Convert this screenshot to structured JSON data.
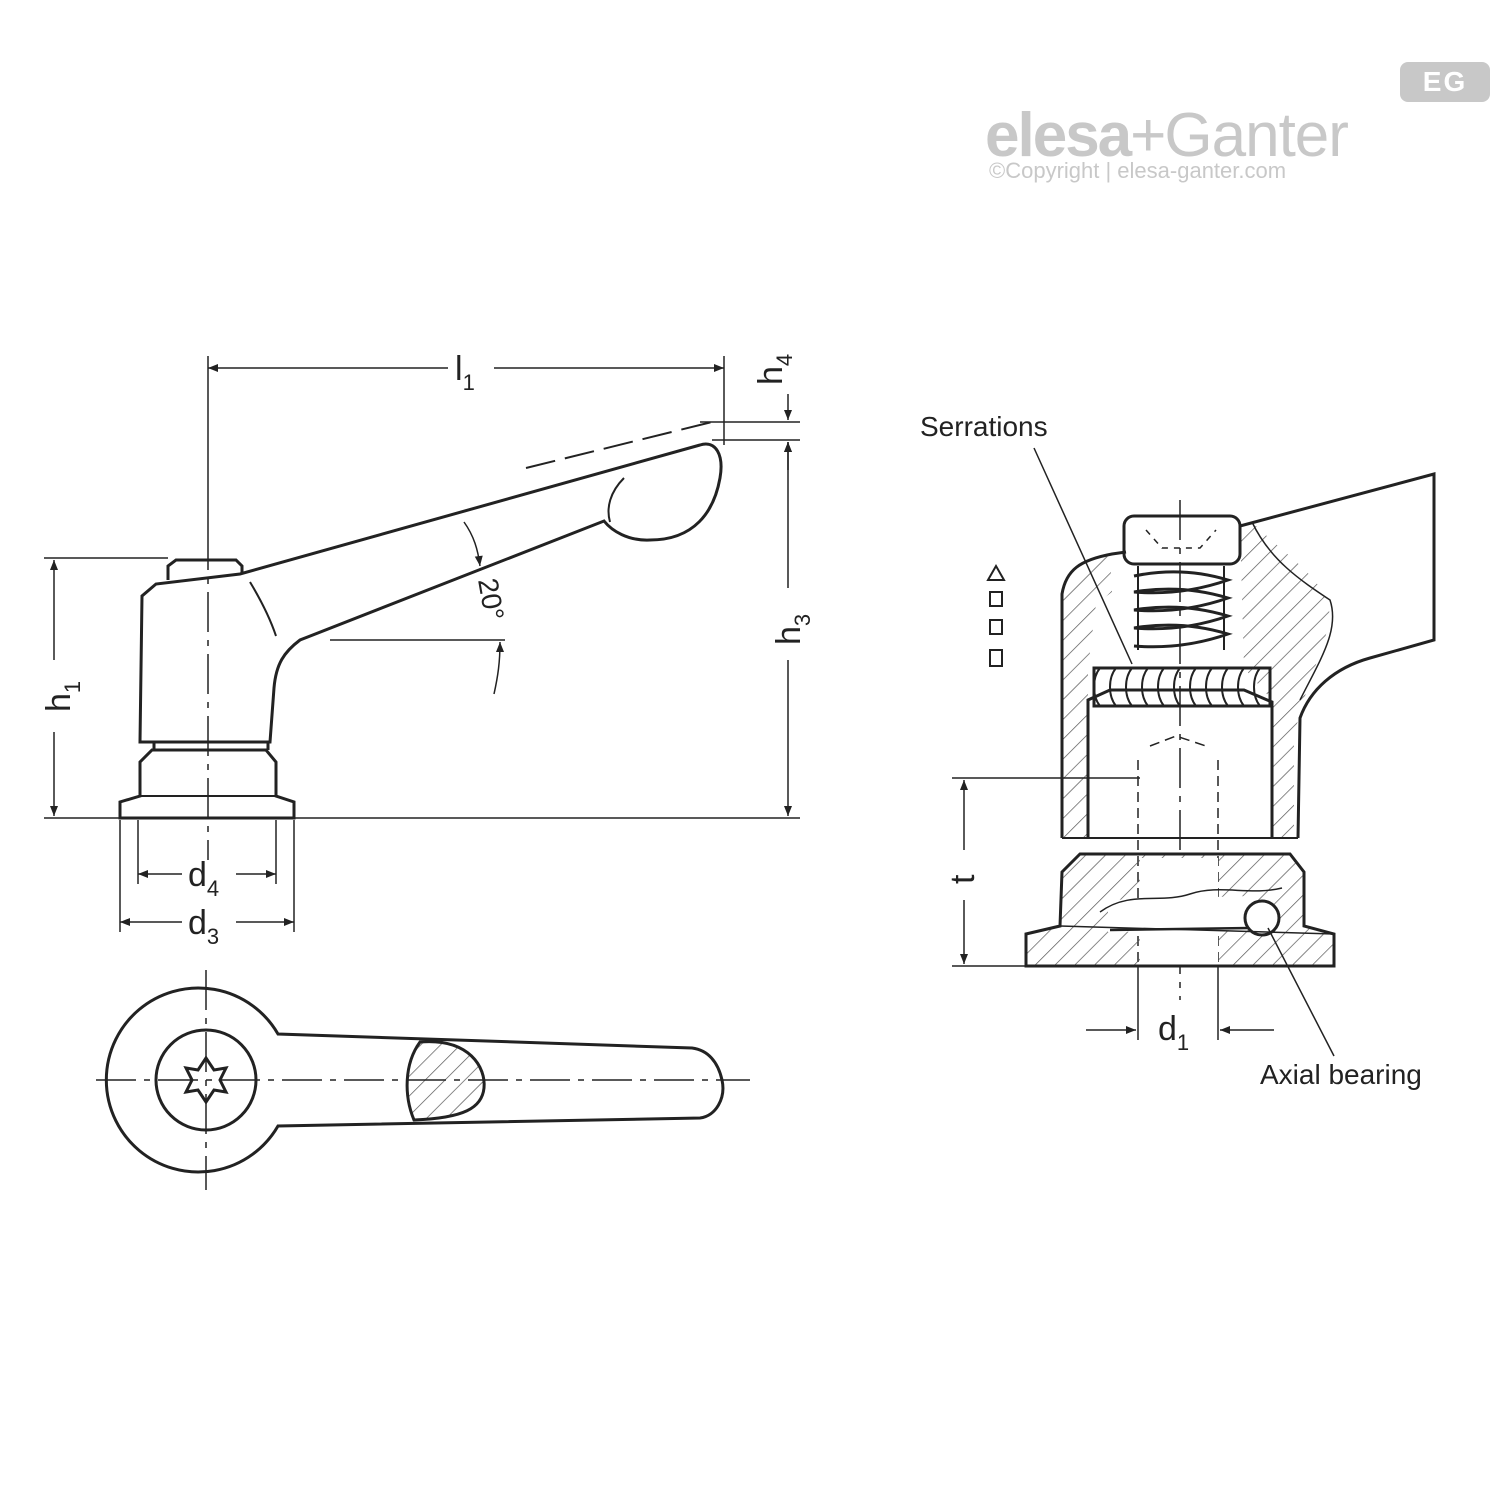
{
  "logo": {
    "brand_word1": "elesa",
    "brand_plus": "+",
    "brand_word2": "Ganter",
    "copyright": "©Copyright | elesa-ganter.com",
    "badge": "EG"
  },
  "labels": {
    "l1": "l",
    "l1_sub": "1",
    "h4": "h",
    "h4_sub": "4",
    "h1": "h",
    "h1_sub": "1",
    "h3": "h",
    "h3_sub": "3",
    "angle": "20°",
    "d4": "d",
    "d4_sub": "4",
    "d3": "d",
    "d3_sub": "3",
    "t": "t",
    "d1": "d",
    "d1_sub": "1",
    "serrations": "Serrations",
    "axial_bearing": "Axial bearing"
  }
}
